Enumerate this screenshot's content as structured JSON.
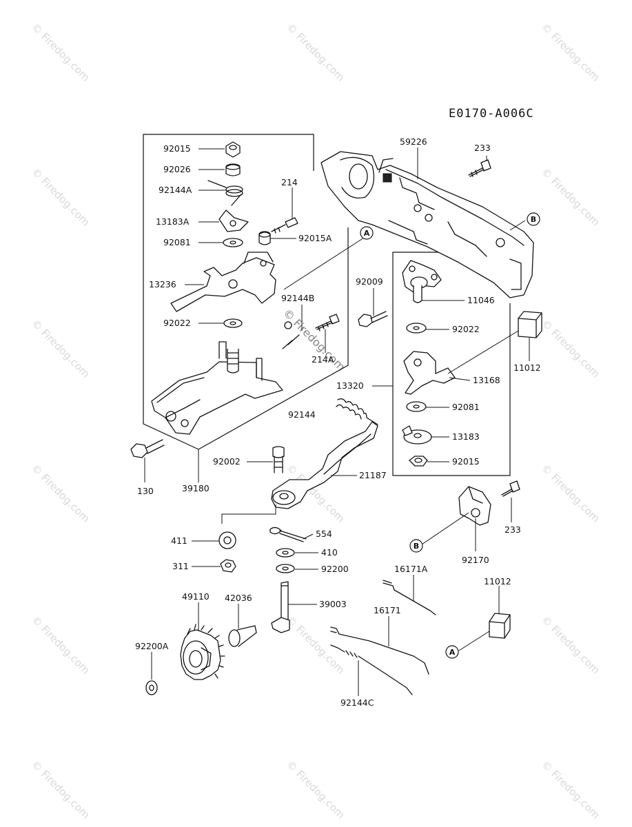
{
  "diagram_code": "E0170-A006C",
  "watermark": "© Firedog.com",
  "watermark_center": "© Firedog.com",
  "refs": {
    "a": "A",
    "b": "B"
  },
  "parts": {
    "p92015": "92015",
    "p92026": "92026",
    "p92144A": "92144A",
    "p214": "214",
    "p13183A": "13183A",
    "p92081": "92081",
    "p92015A": "92015A",
    "p13236": "13236",
    "p92144B": "92144B",
    "p92022": "92022",
    "p214A": "214A",
    "p13320": "13320",
    "p92144": "92144",
    "p130": "130",
    "p39180": "39180",
    "p59226": "59226",
    "p233a": "233",
    "p92009": "92009",
    "p11046": "11046",
    "p92022b": "92022",
    "p11012a": "11012",
    "p13168": "13168",
    "p92081b": "92081",
    "p13183": "13183",
    "p92015b": "92015",
    "p92002": "92002",
    "p21187": "21187",
    "p411": "411",
    "p554": "554",
    "p410": "410",
    "p311": "311",
    "p92200": "92200",
    "p233b": "233",
    "p92170": "92170",
    "p16171A": "16171A",
    "p11012b": "11012",
    "p49110": "49110",
    "p42036": "42036",
    "p39003": "39003",
    "p16171": "16171",
    "p92200A": "92200A",
    "p92144C": "92144C"
  }
}
